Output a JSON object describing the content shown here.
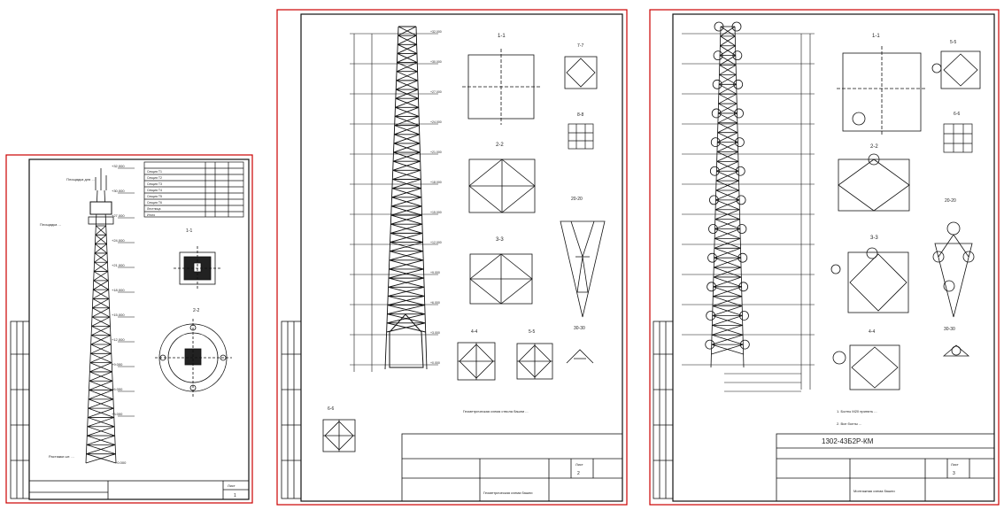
{
  "sheets": [
    {
      "id": "sheet-1",
      "labels": {
        "sec_a": "1-1",
        "sec_b": "2-2",
        "note": "Растяжки шт. ...",
        "top_note": "Площадка для ...",
        "mid_note": "Площадка ...",
        "bottom_elev": "+0.000"
      },
      "elevations": [
        "+32.000",
        "+30.000",
        "+27.000",
        "+24.000",
        "+21.000",
        "+18.000",
        "+15.000",
        "+12.000",
        "+9.000",
        "+6.000",
        "+3.000"
      ],
      "table_rows": [
        "Секция Т1",
        "Секция Т2",
        "Секция Т3",
        "Секция Т4",
        "Секция Т5",
        "Секция Т6",
        "Лестница",
        "Итого"
      ],
      "stamp": {
        "sheet": "Лист",
        "num": "1"
      }
    },
    {
      "id": "sheet-2",
      "labels": {
        "sec_1": "1-1",
        "sec_2": "2-2",
        "sec_3": "3-3",
        "sec_4": "4-4",
        "sec_5": "5-5",
        "sec_6": "6-6",
        "sec_7": "7-7",
        "sec_8": "8-8",
        "sec_20": "20-20",
        "sec_30": "30-30",
        "note": "Геометрическая схема ствола башни ...",
        "stamp_title": "Геометрическая схема башни"
      },
      "elevations": [
        "+32.000",
        "+30.000",
        "+27.000",
        "+24.000",
        "+21.000",
        "+18.000",
        "+15.000",
        "+12.000",
        "+9.000",
        "+6.000",
        "+3.000",
        "+0.000"
      ],
      "stamp": {
        "sheet": "Лист",
        "num": "2"
      }
    },
    {
      "id": "sheet-3",
      "labels": {
        "sec_1": "1-1",
        "sec_2": "2-2",
        "sec_3": "3-3",
        "sec_4": "4-4",
        "sec_5": "5-5",
        "sec_6": "6-6",
        "sec_20": "20-20",
        "sec_30": "30-30",
        "code": "1302-43Б2Р-КМ",
        "note1": "1. Болты М20 принять ...",
        "note2": "2. Все болты ...",
        "stamp_title": "Монтажная схема башни"
      },
      "stamp": {
        "sheet": "Лист",
        "num": "3"
      }
    }
  ]
}
